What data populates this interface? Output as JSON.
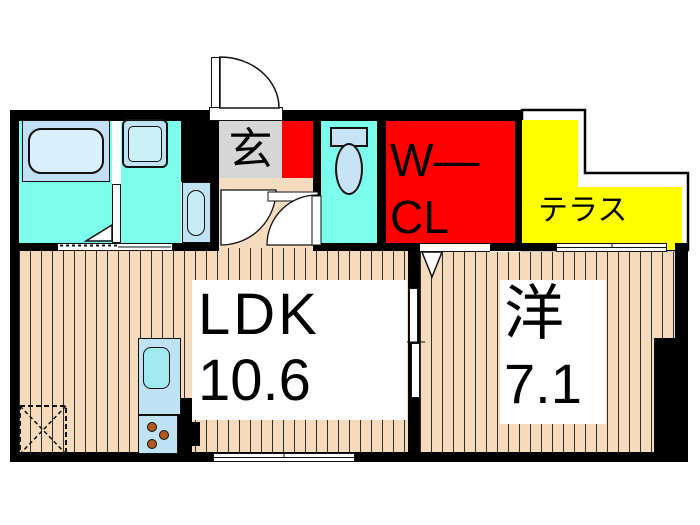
{
  "floorplan": {
    "entrance": {
      "label": "玄"
    },
    "walk_in_closet": {
      "line1": "W—",
      "line2": "CL"
    },
    "terrace": {
      "label": "テラス"
    },
    "ldk": {
      "label": "LDK",
      "size": "10.6"
    },
    "western_room": {
      "label": "洋",
      "size": "7.1"
    },
    "colors": {
      "wall": "#000000",
      "wet_room_cyan": "#7CFCEA",
      "fixture_blue": "#BFE2F4",
      "closet_red": "#FF0000",
      "terrace_yellow": "#FFFF00",
      "wood_floor": "#F5DABB",
      "hall_tan": "#F5DCBF",
      "entrance_tile_gray": "#D6D6D6"
    }
  }
}
